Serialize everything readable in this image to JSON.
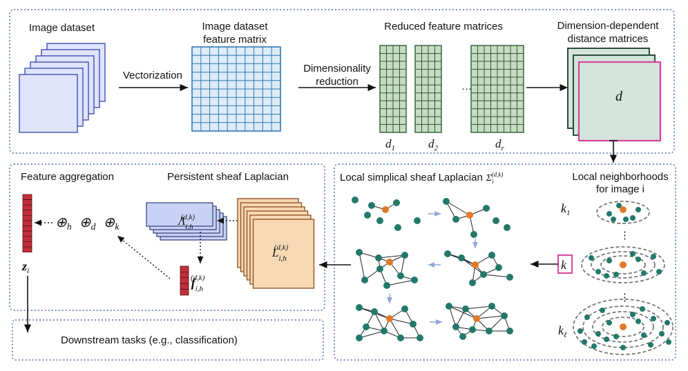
{
  "top_panel": {
    "image_dataset": "Image dataset",
    "vectorization": "Vectorization",
    "feature_matrix_line1": "Image dataset",
    "feature_matrix_line2": "feature matrix",
    "dim_reduction_line1": "Dimensionality",
    "dim_reduction_line2": "reduction",
    "reduced_matrices": "Reduced feature matrices",
    "ellipsis": "···",
    "d1": "d",
    "d1_sub": "1",
    "d2": "d",
    "d2_sub": "2",
    "dr": "d",
    "dr_sub": "r",
    "distance_line1": "Dimension-dependent",
    "distance_line2": "distance matrices",
    "distance_symbol": "d"
  },
  "left_panel": {
    "feature_aggregation": "Feature aggregation",
    "persistent_laplacian": "Persistent sheaf Laplacian",
    "oplus_h": "⊕",
    "h": "h",
    "oplus_d": "⊕",
    "d": "d",
    "oplus_k": "⊕",
    "k": "k",
    "z": "z",
    "z_sub": "i",
    "lambda": "Λ",
    "lambda_sub": "i,h",
    "lambda_sup": "(d,k)",
    "f": "f",
    "f_sub": "i,h",
    "f_sup": "(d,k)",
    "L": "L",
    "L_sub": "i,h",
    "L_sup": "(d,k)"
  },
  "right_panel": {
    "local_laplacian": "Local simplical sheaf Laplacian",
    "sigma": "Σ",
    "sigma_sub": "i",
    "sigma_sup": "(d,k)",
    "neighborhoods_line1": "Local neighborhoods",
    "neighborhoods_line2": "for image i",
    "k1": "k",
    "k1_sub": "1",
    "k": "k",
    "kl": "k",
    "kl_sub": "ℓ"
  },
  "bottom_panel": {
    "downstream": "Downstream tasks (e.g., classification)"
  },
  "colors": {
    "panel_border": "#7b8fb8",
    "image_fill": "#dfe4fb",
    "image_stroke": "#3f4fb5",
    "grid_fill": "#dcecf8",
    "grid_stroke": "#2f79b5",
    "reduced_fill": "#c7dcc0",
    "reduced_stroke": "#2c5a36",
    "distance_fill": "#d4e4dc",
    "distance_highlight": "#d6449a",
    "laplacian_fill": "#f6d8b4",
    "laplacian_stroke": "#8a4f1c",
    "node": "#22796a",
    "center_node": "#e07a2a",
    "vector": "#c0303a"
  }
}
